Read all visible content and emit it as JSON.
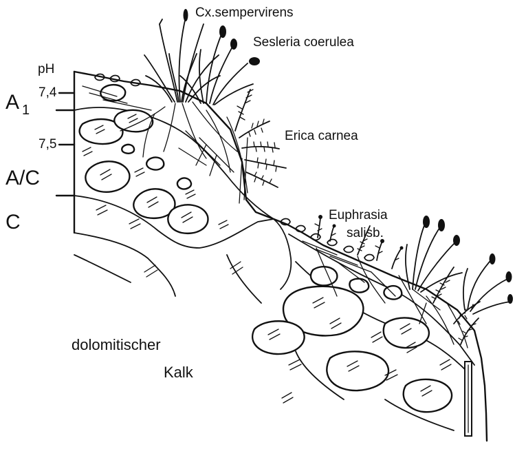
{
  "labels": {
    "ph": "pH",
    "ph_74": "7,4",
    "ph_75": "7,5",
    "horizon_a1_letter": "A",
    "horizon_a1_sub": "1",
    "horizon_ac": "A/C",
    "horizon_c": "C",
    "carex": "Cx.sempervirens",
    "sesleria": "Sesleria coerulea",
    "erica": "Erica carnea",
    "euphrasia_1": "Euphrasia",
    "euphrasia_2": "salisb.",
    "bedrock_1": "dolomitischer",
    "bedrock_2": "Kalk"
  }
}
